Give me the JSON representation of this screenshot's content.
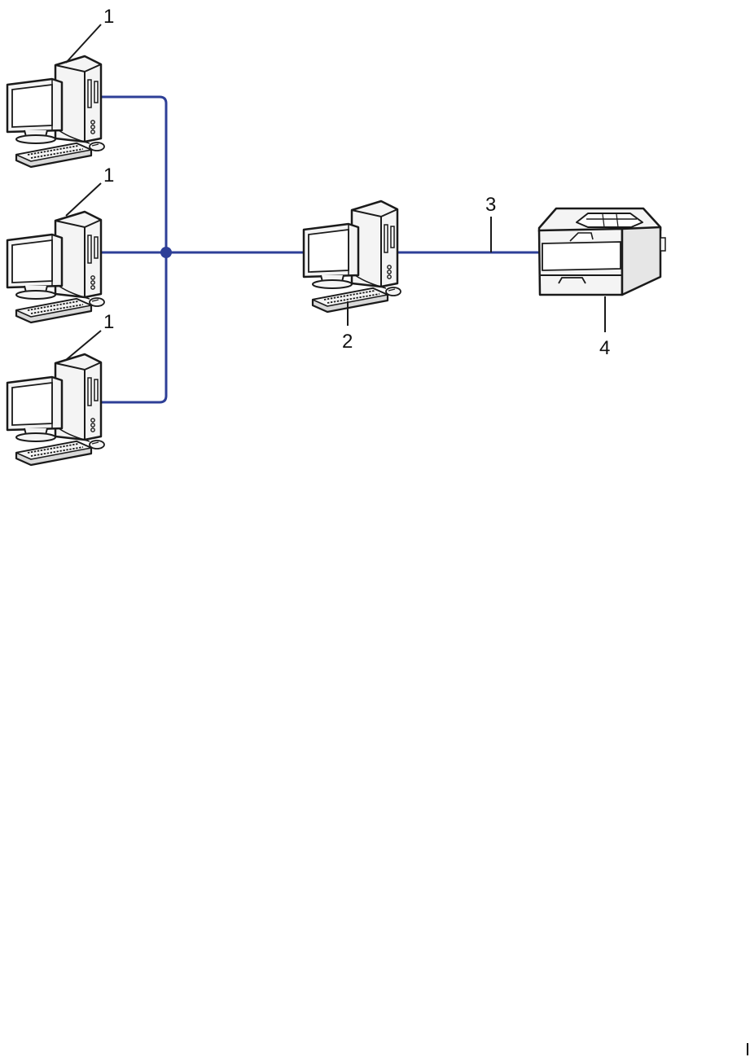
{
  "colors": {
    "network_line": "#2e3f97",
    "outline": "#1a1a1a",
    "body_fill": "#f4f4f4",
    "screen_fill": "#ffffff",
    "shade_fill": "#d9d9d9"
  },
  "nodes": {
    "client_1_top": {
      "callout": "1",
      "kind": "computer"
    },
    "client_1_middle": {
      "callout": "1",
      "kind": "computer"
    },
    "client_1_bottom": {
      "callout": "1",
      "kind": "computer"
    },
    "print_server": {
      "callout": "2",
      "kind": "computer"
    },
    "network_cable": {
      "callout": "3",
      "kind": "cable"
    },
    "printer": {
      "callout": "4",
      "kind": "printer"
    }
  }
}
